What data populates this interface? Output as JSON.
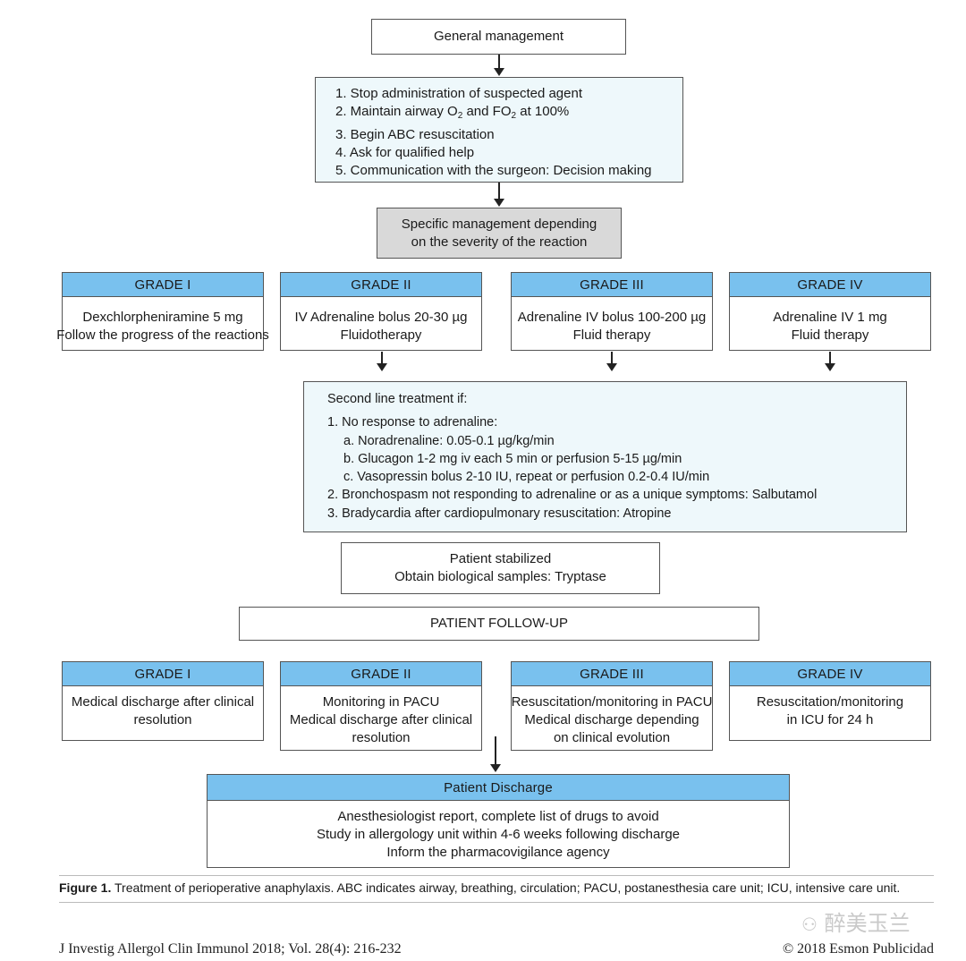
{
  "general_management": "General management",
  "general_steps": [
    "1. Stop administration of suspected agent",
    [
      "2. Maintain airway O",
      "2",
      " and FO",
      "2",
      " at 100%"
    ],
    "3. Begin ABC resuscitation",
    "4. Ask for qualified help",
    "5. Communication with the surgeon: Decision making"
  ],
  "specific_management": [
    "Specific management depending",
    "on the severity of the reaction"
  ],
  "grades_treatment": [
    {
      "grade": "GRADE I",
      "lines": [
        "Dexchlorpheniramine 5 mg",
        "Follow the progress of the reactions"
      ]
    },
    {
      "grade": "GRADE II",
      "lines": [
        "IV Adrenaline bolus 20-30 µg",
        "Fluidotherapy"
      ]
    },
    {
      "grade": "GRADE III",
      "lines": [
        "Adrenaline IV bolus 100-200 µg",
        "Fluid therapy"
      ]
    },
    {
      "grade": "GRADE IV",
      "lines": [
        "Adrenaline IV 1 mg",
        "Fluid therapy"
      ]
    }
  ],
  "second_line": {
    "title": "Second line treatment if:",
    "item1": "1.  No response to adrenaline:",
    "sub_items": [
      "a.  Noradrenaline:  0.05-0.1 µg/kg/min",
      "b.  Glucagon 1-2 mg iv each 5 min or perfusion 5-15 µg/min",
      "c.  Vasopressin bolus 2-10 IU, repeat or perfusion 0.2-0.4 IU/min"
    ],
    "item2": "2.  Bronchospasm not responding to adrenaline or as a unique symptoms: Salbutamol",
    "item3": "3.  Bradycardia after cardiopulmonary resuscitation: Atropine"
  },
  "stabilized": [
    "Patient stabilized",
    "Obtain biological samples: Tryptase"
  ],
  "follow_up": "PATIENT FOLLOW-UP",
  "grades_followup": [
    {
      "grade": "GRADE I",
      "lines": [
        "Medical discharge after clinical",
        "resolution"
      ]
    },
    {
      "grade": "GRADE II",
      "lines": [
        "Monitoring in PACU",
        "Medical discharge after clinical",
        "resolution"
      ]
    },
    {
      "grade": "GRADE III",
      "lines": [
        "Resuscitation/monitoring in PACU",
        "Medical discharge depending",
        "on clinical evolution"
      ]
    },
    {
      "grade": "GRADE IV",
      "lines": [
        "Resuscitation/monitoring",
        "in ICU for 24 h"
      ]
    }
  ],
  "discharge": {
    "title": "Patient Discharge",
    "lines": [
      "Anesthesiologist report, complete list of drugs to avoid",
      "Study in allergology unit within 4-6 weeks following discharge",
      "Inform the pharmacovigilance agency"
    ]
  },
  "caption": {
    "label": "Figure 1.",
    "text": " Treatment of perioperative anaphylaxis. ABC indicates airway, breathing, circulation; PACU, postanesthesia care unit; ICU, intensive care unit."
  },
  "footer": {
    "journal": "J Investig Allergol Clin Immunol 2018; Vol. 28(4): 216-232",
    "copyright": "© 2018 Esmon Publicidad"
  },
  "watermark": "醉美玉兰",
  "colors": {
    "header_blue": "#79c1ee",
    "light_fill": "#eef8fb",
    "gray_fill": "#d9d9d9"
  }
}
